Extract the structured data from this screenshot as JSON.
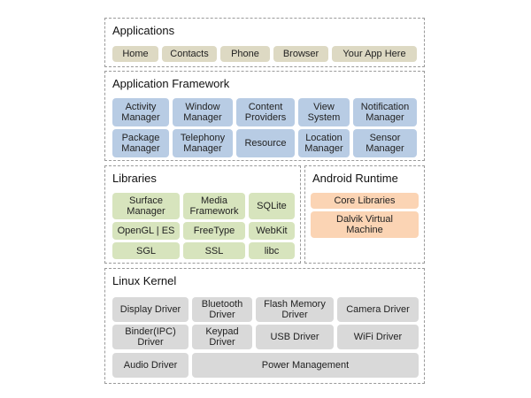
{
  "applications": {
    "title": "Applications",
    "items": [
      "Home",
      "Contacts",
      "Phone",
      "Browser",
      "Your App Here"
    ]
  },
  "framework": {
    "title": "Application Framework",
    "items": [
      "Activity\nManager",
      "Window\nManager",
      "Content\nProviders",
      "View\nSystem",
      "Notification\nManager",
      "Package\nManager",
      "Telephony\nManager",
      "Resource",
      "Location\nManager",
      "Sensor\nManager"
    ]
  },
  "libraries": {
    "title": "Libraries",
    "items": [
      "Surface\nManager",
      "Media\nFramework",
      "SQLite",
      "OpenGL | ES",
      "FreeType",
      "WebKit",
      "SGL",
      "SSL",
      "libc"
    ]
  },
  "runtime": {
    "title": "Android Runtime",
    "items": [
      "Core Libraries",
      "Dalvik Virtual\nMachine"
    ]
  },
  "kernel": {
    "title": "Linux Kernel",
    "items": [
      "Display Driver",
      "Bluetooth\nDriver",
      "Flash Memory\nDriver",
      "Camera Driver",
      "Binder(IPC)\nDriver",
      "Keypad\nDriver",
      "USB Driver",
      "WiFi Driver",
      "Audio Driver",
      "Power Management"
    ]
  },
  "colors": {
    "applications": "#ddd9c3",
    "framework": "#b8cce4",
    "libraries": "#d7e4bd",
    "runtime": "#fbd4b4",
    "kernel": "#d9d9d9"
  }
}
